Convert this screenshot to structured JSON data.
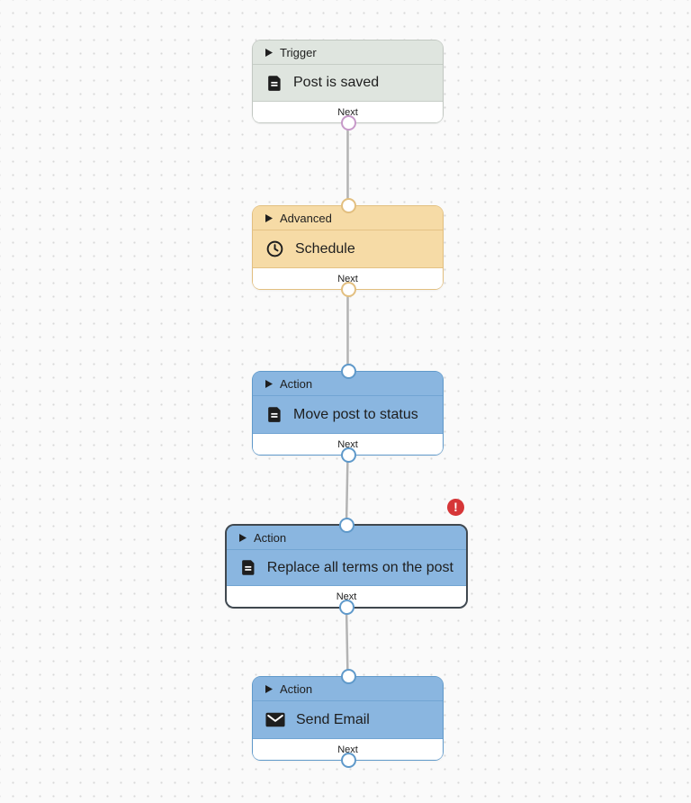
{
  "flow": {
    "connector_color": "#b3b3b3",
    "error_badge": {
      "glyph": "!",
      "color": "#d63638"
    },
    "nodes": [
      {
        "category": "Trigger",
        "title": "Post is saved",
        "footer": "Next",
        "icon": "post-document-icon",
        "fill": "#dfe5df",
        "border": "#c2c8c2",
        "port_color": "#c799c9",
        "has_error": false
      },
      {
        "category": "Advanced",
        "title": "Schedule",
        "footer": "Next",
        "icon": "clock-icon",
        "fill": "#f6dba6",
        "border": "#e2bf80",
        "port_color": "#e2bf80",
        "has_error": false
      },
      {
        "category": "Action",
        "title": "Move post to status",
        "footer": "Next",
        "icon": "post-document-icon",
        "fill": "#8ab6e0",
        "border": "#5f99ca",
        "port_color": "#5f99ca",
        "has_error": false
      },
      {
        "category": "Action",
        "title": "Replace all terms on the post",
        "footer": "Next",
        "icon": "post-document-icon",
        "fill": "#8ab6e0",
        "border": "#40484f",
        "port_color": "#5f99ca",
        "has_error": true
      },
      {
        "category": "Action",
        "title": "Send Email",
        "footer": "Next",
        "icon": "envelope-icon",
        "fill": "#8ab6e0",
        "border": "#5f99ca",
        "port_color": "#5f99ca",
        "has_error": false
      }
    ],
    "connections": [
      {
        "from": 0,
        "to": 1
      },
      {
        "from": 1,
        "to": 2
      },
      {
        "from": 2,
        "to": 3
      },
      {
        "from": 3,
        "to": 4
      }
    ]
  }
}
